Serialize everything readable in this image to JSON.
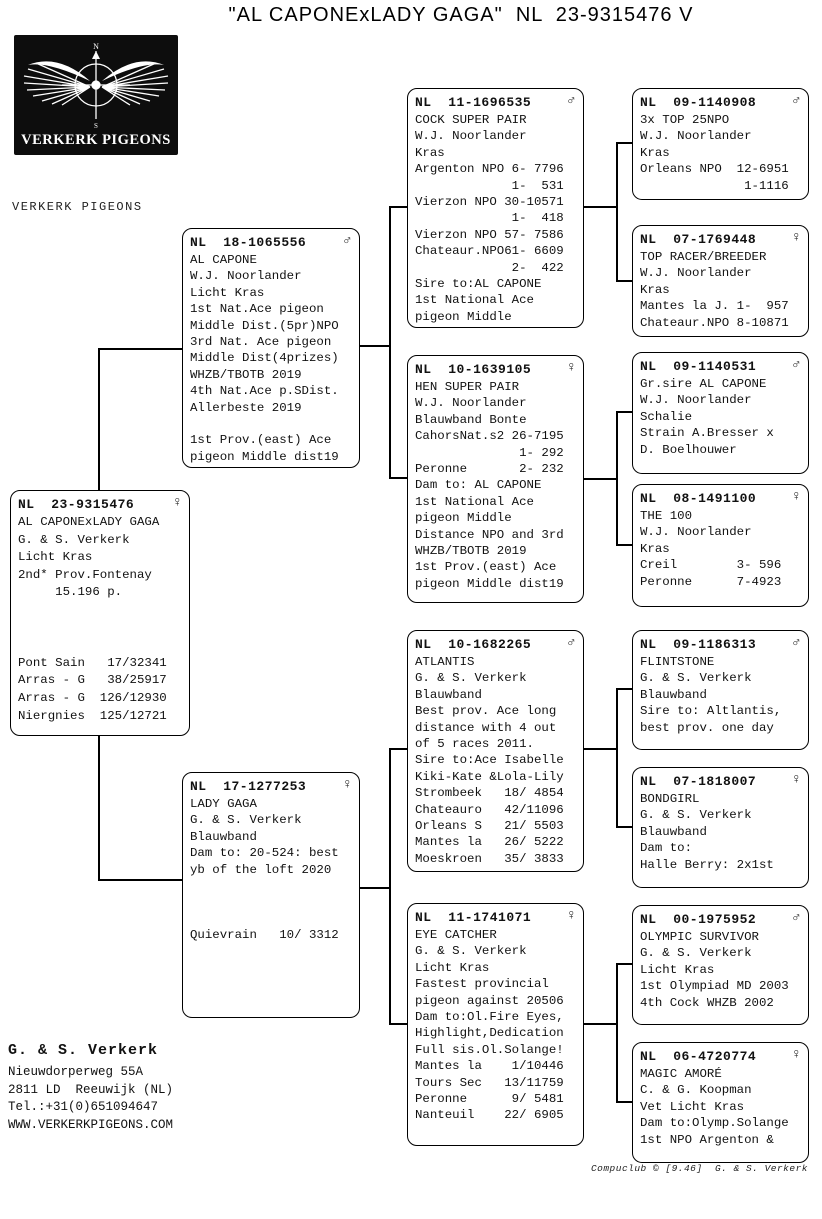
{
  "title": "\"AL CAPONExLADY GAGA\"  NL  23-9315476 V",
  "logo": {
    "text": "VERKERK PIGEONS"
  },
  "breeder_label": "VERKERK PIGEONS",
  "boxes": {
    "subject": {
      "ring": "NL  23-9315476",
      "sex": "♀",
      "lines": [
        "AL CAPONExLADY GAGA",
        "G. & S. Verkerk",
        "Licht Kras",
        "2nd* Prov.Fontenay",
        "     15.196 p.",
        "",
        "",
        "",
        "Pont Sain   17/32341",
        "Arras - G   38/25917",
        "Arras - G  126/12930",
        "Niergnies  125/12721"
      ]
    },
    "al_capone": {
      "ring": "NL  18-1065556",
      "sex": "♂",
      "lines": [
        "AL CAPONE",
        "W.J. Noorlander",
        "Licht Kras",
        "1st Nat.Ace pigeon",
        "Middle Dist.(5pr)NPO",
        "3rd Nat. Ace pigeon",
        "Middle Dist(4prizes)",
        "WHZB/TBOTB 2019",
        "4th Nat.Ace p.SDist.",
        "Allerbeste 2019",
        "",
        "1st Prov.(east) Ace",
        "pigeon Middle dist19"
      ]
    },
    "lady_gaga": {
      "ring": "NL  17-1277253",
      "sex": "♀",
      "lines": [
        "LADY GAGA",
        "G. & S. Verkerk",
        "Blauwband",
        "Dam to: 20-524: best",
        "yb of the loft 2020",
        "",
        "",
        "",
        "Quievrain   10/ 3312"
      ]
    },
    "cock_super_pair": {
      "ring": "NL  11-1696535",
      "sex": "♂",
      "lines": [
        "COCK SUPER PAIR",
        "W.J. Noorlander",
        "Kras",
        "Argenton NPO 6- 7796",
        "             1-  531",
        "Vierzon NPO 30-10571",
        "             1-  418",
        "Vierzon NPO 57- 7586",
        "Chateaur.NPO61- 6609",
        "             2-  422",
        "Sire to:AL CAPONE",
        "1st National Ace",
        "pigeon Middle"
      ]
    },
    "hen_super_pair": {
      "ring": "NL  10-1639105",
      "sex": "♀",
      "lines": [
        "HEN SUPER PAIR",
        "W.J. Noorlander",
        "Blauwband Bonte",
        "CahorsNat.s2 26-7195",
        "              1- 292",
        "Peronne       2- 232",
        "Dam to: AL CAPONE",
        "1st National Ace",
        "pigeon Middle",
        "Distance NPO and 3rd",
        "WHZB/TBOTB 2019",
        "1st Prov.(east) Ace",
        "pigeon Middle dist19"
      ]
    },
    "atlantis": {
      "ring": "NL  10-1682265",
      "sex": "♂",
      "lines": [
        "ATLANTIS",
        "G. & S. Verkerk",
        "Blauwband",
        "Best prov. Ace long",
        "distance with 4 out",
        "of 5 races 2011.",
        "Sire to:Ace Isabelle",
        "Kiki-Kate &Lola-Lily",
        "Strombeek   18/ 4854",
        "Chateauro   42/11096",
        "Orleans S   21/ 5503",
        "Mantes la   26/ 5222",
        "Moeskroen   35/ 3833"
      ]
    },
    "eye_catcher": {
      "ring": "NL  11-1741071",
      "sex": "♀",
      "lines": [
        "EYE CATCHER",
        "G. & S. Verkerk",
        "Licht Kras",
        "Fastest provincial",
        "pigeon against 20506",
        "Dam to:Ol.Fire Eyes,",
        "Highlight,Dedication",
        "Full sis.Ol.Solange!",
        "Mantes la    1/10446",
        "Tours Sec   13/11759",
        "Peronne      9/ 5481",
        "Nanteuil    22/ 6905"
      ]
    },
    "top_25npo": {
      "ring": "NL  09-1140908",
      "sex": "♂",
      "lines": [
        "3x TOP 25NPO",
        "W.J. Noorlander",
        "Kras",
        "Orleans NPO  12-6951",
        "              1-1116"
      ]
    },
    "top_racer": {
      "ring": "NL  07-1769448",
      "sex": "♀",
      "lines": [
        "TOP RACER/BREEDER",
        "W.J. Noorlander",
        "Kras",
        "Mantes la J. 1-  957",
        "Chateaur.NPO 8-10871"
      ]
    },
    "gr_sire": {
      "ring": "NL  09-1140531",
      "sex": "♂",
      "lines": [
        "Gr.sire AL CAPONE",
        "W.J. Noorlander",
        "Schalie",
        "Strain A.Bresser x",
        "D. Boelhouwer"
      ]
    },
    "the_100": {
      "ring": "NL  08-1491100",
      "sex": "♀",
      "lines": [
        "THE 100",
        "W.J. Noorlander",
        "Kras",
        "Creil        3- 596",
        "Peronne      7-4923"
      ]
    },
    "flintstone": {
      "ring": "NL  09-1186313",
      "sex": "♂",
      "lines": [
        "FLINTSTONE",
        "G. & S. Verkerk",
        "Blauwband",
        "Sire to: Altlantis,",
        "best prov. one day"
      ]
    },
    "bondgirl": {
      "ring": "NL  07-1818007",
      "sex": "♀",
      "lines": [
        "BONDGIRL",
        "G. & S. Verkerk",
        "Blauwband",
        "Dam to:",
        "Halle Berry: 2x1st"
      ]
    },
    "olympic_survivor": {
      "ring": "NL  00-1975952",
      "sex": "♂",
      "lines": [
        "OLYMPIC SURVIVOR",
        "G. & S. Verkerk",
        "Licht Kras",
        "1st Olympiad MD 2003",
        "4th Cock WHZB 2002"
      ]
    },
    "magic_amore": {
      "ring": "NL  06-4720774",
      "sex": "♀",
      "lines": [
        "MAGIC AMORÉ",
        "C. & G. Koopman",
        "Vet Licht Kras",
        "Dam to:Olymp.Solange",
        "1st NPO Argenton &"
      ]
    }
  },
  "footer": {
    "owner": "G. & S. Verkerk",
    "address": [
      "Nieuwdorperweg 55A",
      "2811 LD  Reeuwijk (NL)",
      "Tel.:+31(0)651094647",
      "WWW.VERKERKPIGEONS.COM"
    ]
  },
  "credit": "Compuclub © [9.46]  G. & S. Verkerk"
}
